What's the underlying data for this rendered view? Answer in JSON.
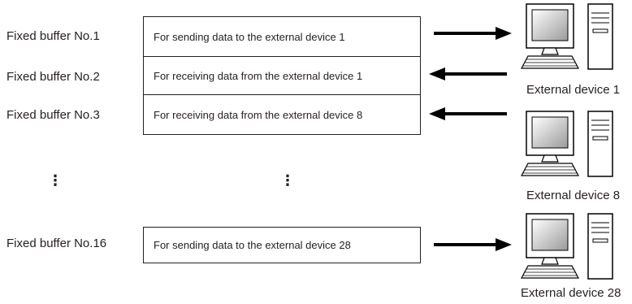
{
  "buffers": [
    {
      "label": "Fixed buffer No.1",
      "text": "For sending data to the external device 1"
    },
    {
      "label": "Fixed buffer No.2",
      "text": "For receiving data from the external device 1"
    },
    {
      "label": "Fixed buffer No.3",
      "text": "For receiving data from the external device 8"
    },
    {
      "label": "Fixed buffer No.16",
      "text": "For sending data to the external device 28"
    }
  ],
  "devices": [
    {
      "label": "External device 1"
    },
    {
      "label": "External device 8"
    },
    {
      "label": "External device 28"
    }
  ],
  "ellipsis": "⋮"
}
